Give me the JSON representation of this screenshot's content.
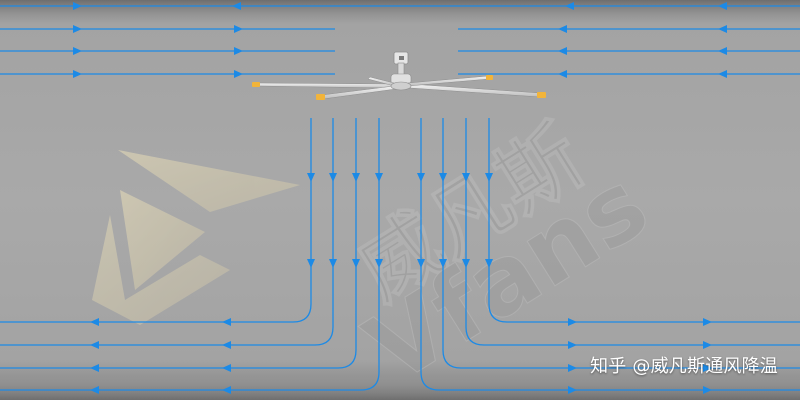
{
  "caption": "知乎 @威凡斯通风降温",
  "watermark": {
    "cn": "威凡斯",
    "en": "Vfans"
  },
  "colors": {
    "arrow": "#1c8ae6",
    "background": "#a6a6a6",
    "band": "#8a8a8a",
    "blade_tip": "#f2b43a",
    "fan_body": "#dcdcdc",
    "watermark_logo": "#e8dcb8",
    "watermark_text": "#a0a0a0"
  },
  "icons": {
    "fan": "ceiling-fan-icon",
    "watermark_logo": "vfans-logo-icon"
  }
}
